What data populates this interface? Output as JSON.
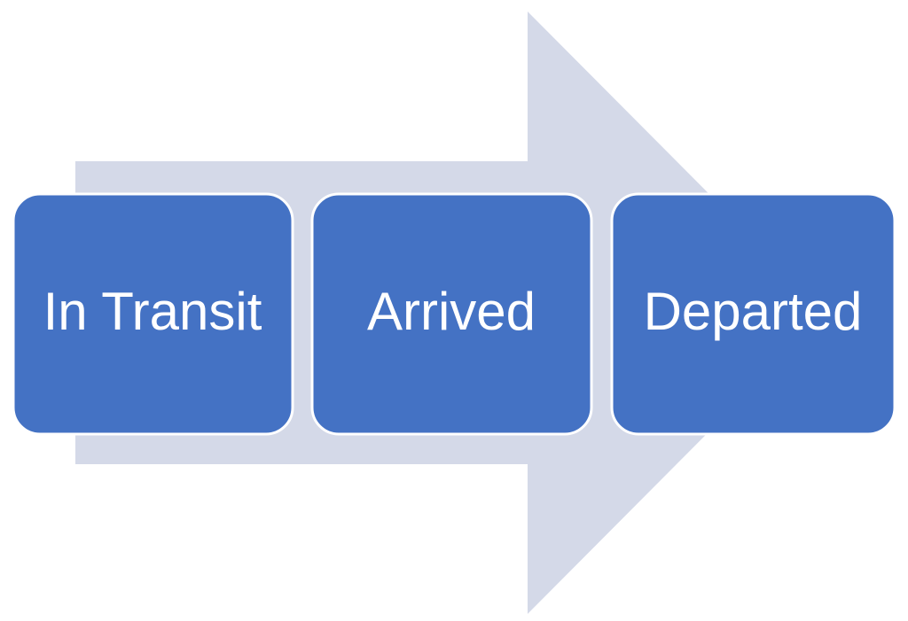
{
  "diagram": {
    "type": "process-flow-arrow",
    "direction": "right",
    "stages": [
      {
        "label": "In Transit"
      },
      {
        "label": "Arrived"
      },
      {
        "label": "Departed"
      }
    ]
  },
  "colors": {
    "background": "#FFFFFF",
    "arrow_fill": "#D4D9E8",
    "box_fill": "#4472C4",
    "box_border": "#FFFFFF",
    "label_text": "#FFFFFF"
  }
}
